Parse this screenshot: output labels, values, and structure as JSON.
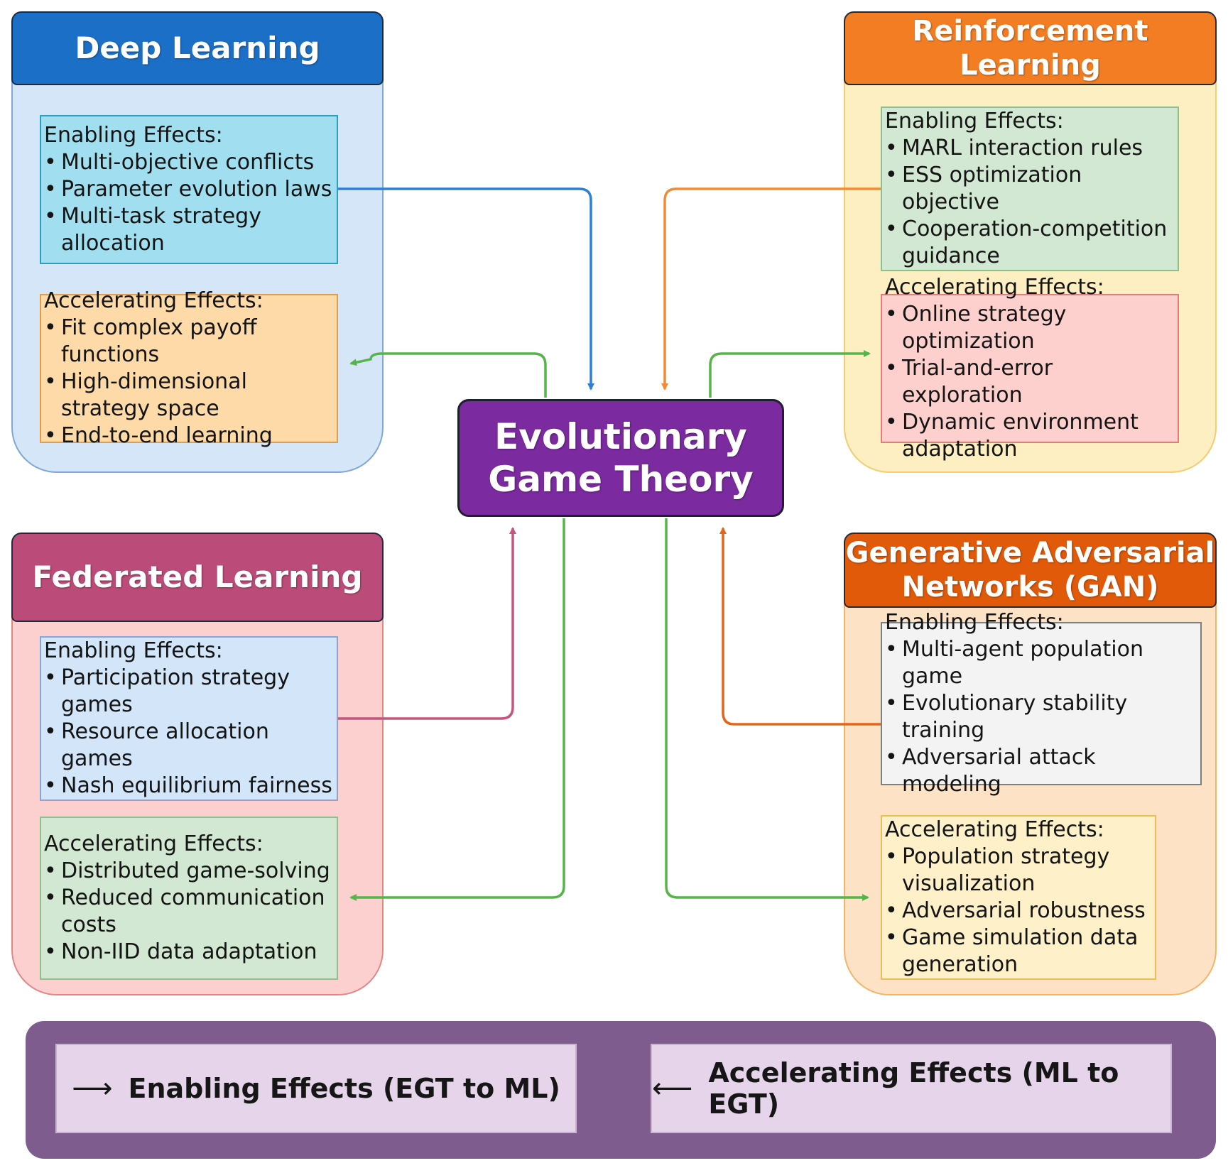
{
  "center": {
    "line1": "Evolutionary",
    "line2": "Game Theory"
  },
  "colors": {
    "deep": "#1b6fc6",
    "rl": "#f37d22",
    "fl": "#bb4b78",
    "gan": "#e05a0a",
    "enable_arrow_blue": "#2f7fd2",
    "enable_arrow_orange": "#f58a36",
    "enable_arrow_pink": "#c2567f",
    "enable_arrow_darkorange": "#e2651a",
    "accel_arrow_green": "#56b54a",
    "center": "#7b2a9f"
  },
  "deep_learning": {
    "title": "Deep Learning",
    "enabling": {
      "title": "Enabling Effects:",
      "items": [
        "Multi-objective conflicts",
        "Parameter evolution laws",
        "Multi-task strategy allocation"
      ]
    },
    "accelerating": {
      "title": "Accelerating Effects:",
      "items": [
        "Fit complex payoff functions",
        "High-dimensional strategy space",
        "End-to-end learning"
      ]
    }
  },
  "reinforcement_learning": {
    "title": "Reinforcement Learning",
    "enabling": {
      "title": "Enabling Effects:",
      "items": [
        "MARL interaction rules",
        "ESS optimization objective",
        "Cooperation-competition guidance"
      ]
    },
    "accelerating": {
      "title": "Accelerating Effects:",
      "items": [
        "Online strategy optimization",
        "Trial-and-error exploration",
        "Dynamic environment adaptation"
      ]
    }
  },
  "federated_learning": {
    "title": "Federated Learning",
    "enabling": {
      "title": "Enabling Effects:",
      "items": [
        "Participation strategy games",
        "Resource allocation games",
        "Nash equilibrium fairness"
      ]
    },
    "accelerating": {
      "title": "Accelerating Effects:",
      "items": [
        "Distributed game-solving",
        "Reduced communication costs",
        "Non-IID data adaptation"
      ]
    }
  },
  "gan": {
    "title_line1": "Generative Adversarial",
    "title_line2": "Networks (GAN)",
    "enabling": {
      "title": "Enabling Effects:",
      "items": [
        "Multi-agent population game",
        "Evolutionary stability training",
        "Adversarial attack modeling"
      ]
    },
    "accelerating": {
      "title": "Accelerating Effects:",
      "items": [
        "Population strategy visualization",
        "Adversarial robustness",
        "Game simulation data generation"
      ]
    }
  },
  "legend": {
    "enabling": {
      "arrow": "⟶",
      "label": "Enabling Effects (EGT to ML)"
    },
    "accelerating": {
      "arrow": "⟵",
      "label": "Accelerating Effects (ML to EGT)"
    }
  }
}
